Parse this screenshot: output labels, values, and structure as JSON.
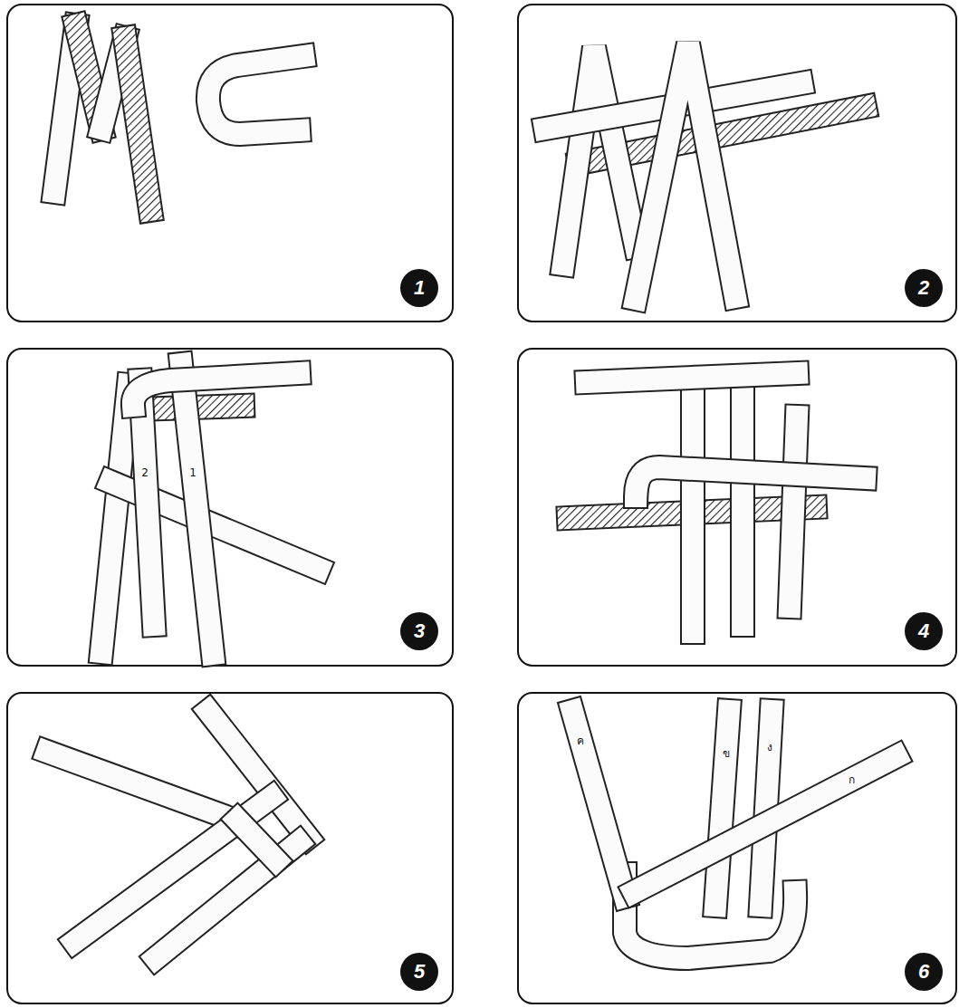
{
  "diagram": {
    "nodes": [
      {
        "text": [
          "1"
        ]
      },
      {
        "text": [
          "2"
        ]
      },
      {
        "text": [
          "3"
        ]
      },
      {
        "text": [
          "4"
        ]
      },
      {
        "text": [
          "5"
        ]
      },
      {
        "text": [
          "6"
        ]
      }
    ],
    "labels": [
      "2",
      "1",
      "ค",
      "ข",
      "ง",
      "ก"
    ]
  }
}
